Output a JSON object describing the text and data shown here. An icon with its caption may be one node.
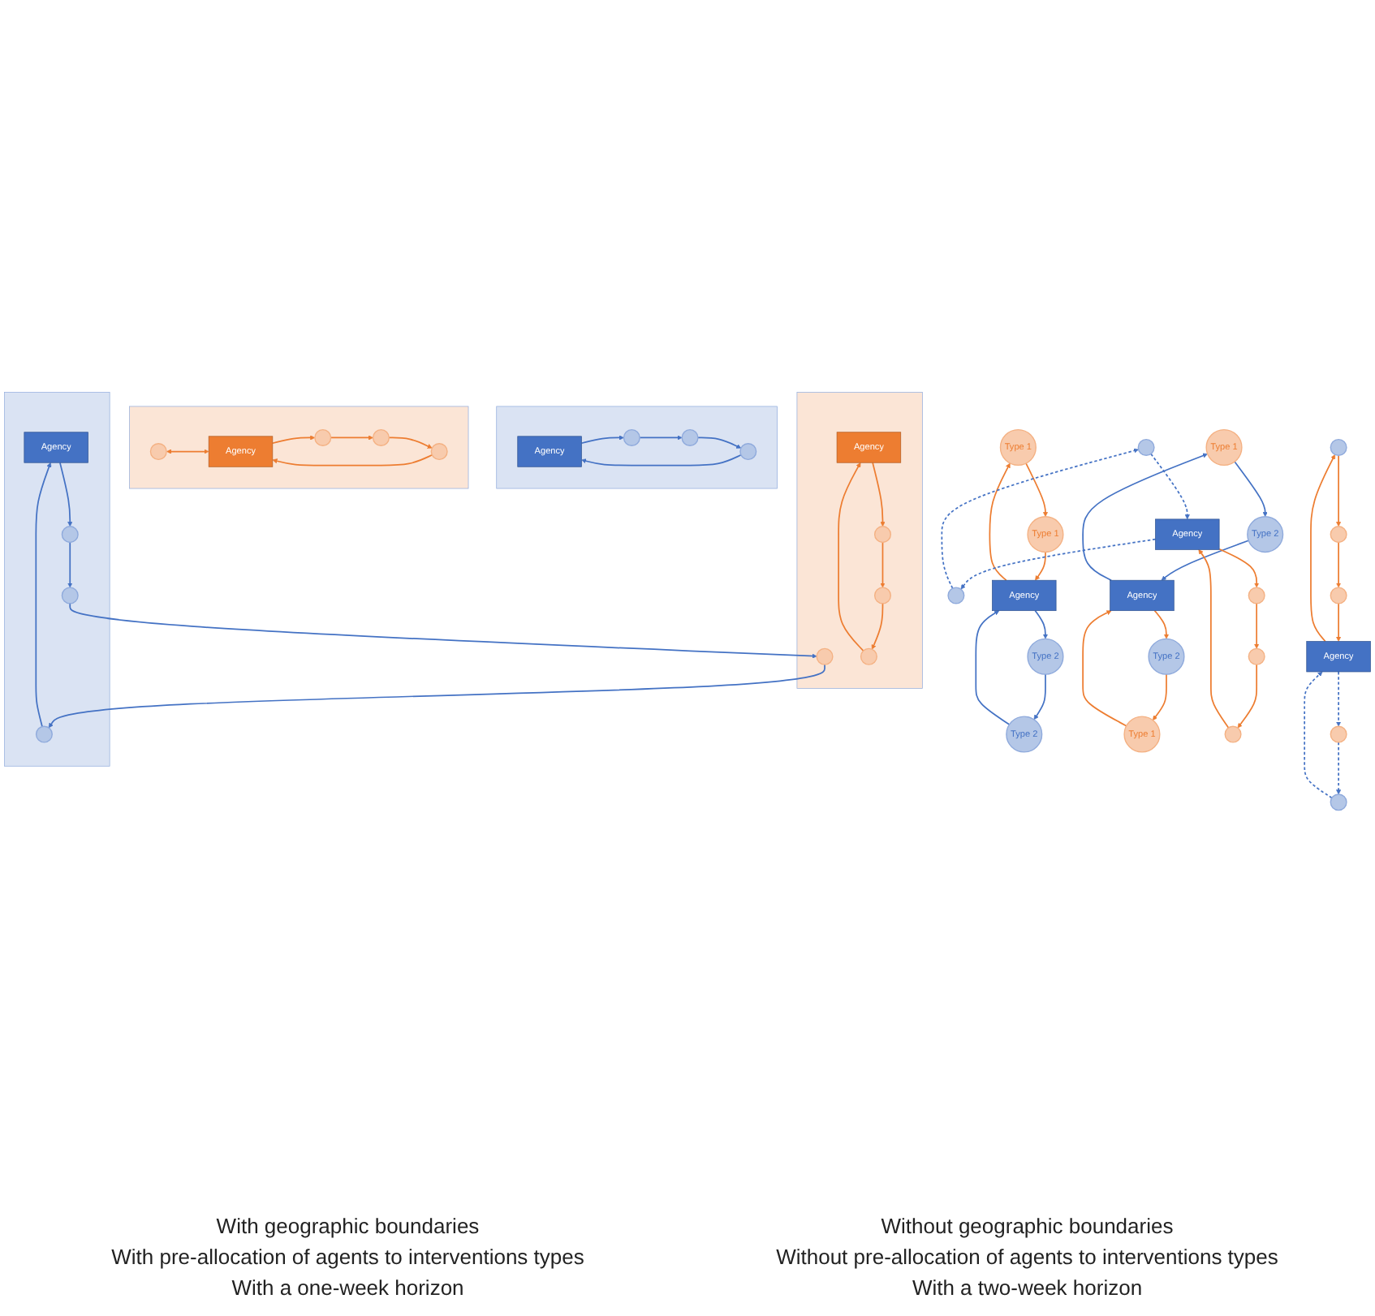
{
  "diagram": {
    "nodes": [
      {
        "text": [],
        "shape": "polygon"
      },
      {
        "text": [
          "Agency"
        ],
        "in": 0
      },
      {
        "text": [],
        "shape": "circle",
        "in": 0
      },
      {
        "text": [],
        "shape": "circle",
        "in": 0
      },
      {
        "text": [],
        "shape": "circle",
        "in": 0
      },
      {
        "text": [],
        "shape": "polygon"
      },
      {
        "text": [],
        "shape": "circle",
        "in": 5
      },
      {
        "text": [
          "Agency"
        ],
        "in": 5
      },
      {
        "text": [],
        "shape": "circle",
        "in": 5
      },
      {
        "text": [],
        "shape": "circle",
        "in": 5
      },
      {
        "text": [],
        "shape": "circle",
        "in": 5
      },
      {
        "text": [],
        "shape": "polygon"
      },
      {
        "text": [
          "Agency"
        ],
        "in": 11
      },
      {
        "text": [],
        "shape": "circle",
        "in": 11
      },
      {
        "text": [],
        "shape": "circle",
        "in": 11
      },
      {
        "text": [],
        "shape": "circle",
        "in": 11
      },
      {
        "text": [],
        "shape": "polygon"
      },
      {
        "text": [],
        "shape": "circle",
        "in": 16
      },
      {
        "text": [
          "Agency"
        ],
        "in": 16
      },
      {
        "text": [],
        "shape": "circle",
        "in": 16
      },
      {
        "text": [],
        "shape": "circle",
        "in": 16
      },
      {
        "text": [],
        "shape": "circle",
        "in": 16
      },
      {
        "text": [
          "Type 1"
        ]
      },
      {
        "text": [
          "Type 2"
        ]
      },
      {
        "text": [
          "Type 2"
        ]
      },
      {
        "text": [
          "Type 1"
        ]
      },
      {
        "text": [
          "Agency"
        ]
      },
      {
        "text": [
          "Type 1"
        ]
      },
      {
        "text": [
          "Type 2"
        ]
      },
      {
        "text": [
          "Type 2"
        ]
      },
      {
        "text": [
          "Type 1"
        ]
      },
      {
        "text": [
          "Agency"
        ]
      },
      {
        "text": [],
        "shape": "circle"
      },
      {
        "text": [],
        "shape": "circle"
      },
      {
        "text": [],
        "shape": "circle"
      },
      {
        "text": [],
        "shape": "circle"
      },
      {
        "text": [],
        "shape": "circle"
      },
      {
        "text": [
          "Agency"
        ]
      },
      {
        "text": [],
        "shape": "circle"
      },
      {
        "text": [],
        "shape": "circle"
      },
      {
        "text": [],
        "shape": "circle"
      },
      {
        "text": [],
        "shape": "circle"
      },
      {
        "text": [],
        "shape": "circle"
      },
      {
        "text": [
          "Agency"
        ]
      }
    ],
    "edges": [
      {
        "from": 1,
        "to": 2,
        "arrow": "to",
        "color": "#4472c4"
      },
      {
        "from": 2,
        "to": 3,
        "arrow": "to",
        "color": "#4472c4"
      },
      {
        "from": 3,
        "to": 4,
        "arrow": "to",
        "color": "#4472c4"
      },
      {
        "from": 4,
        "to": 1,
        "arrow": "to",
        "color": "#4472c4"
      },
      {
        "from": 6,
        "to": 7,
        "arrow": "both"
      },
      {
        "from": 7,
        "to": 8,
        "arrow": "to"
      },
      {
        "from": 8,
        "to": 9,
        "arrow": "to"
      },
      {
        "from": 9,
        "to": 10,
        "arrow": "to"
      },
      {
        "from": 10,
        "to": 7,
        "arrow": "to"
      },
      {
        "from": 12,
        "to": 13,
        "arrow": "to",
        "color": "#4472c4"
      },
      {
        "from": 13,
        "to": 14,
        "arrow": "to",
        "color": "#4472c4"
      },
      {
        "from": 14,
        "to": 17,
        "arrow": "to",
        "color": "#4472c4"
      },
      {
        "from": 17,
        "to": 15,
        "arrow": "to",
        "color": "#4472c4"
      },
      {
        "from": 15,
        "to": 12,
        "arrow": "to",
        "color": "#4472c4"
      },
      {
        "from": 18,
        "to": 19,
        "arrow": "to"
      },
      {
        "from": 19,
        "to": 20,
        "arrow": "to"
      },
      {
        "from": 20,
        "to": 21,
        "arrow": "to"
      },
      {
        "from": 21,
        "to": 18,
        "arrow": "to"
      },
      {
        "from": 26,
        "to": 24,
        "arrow": "to",
        "color": "#4472c4"
      },
      {
        "from": 24,
        "to": 23,
        "arrow": "to",
        "color": "#4472c4"
      },
      {
        "from": 23,
        "to": 26,
        "arrow": "to",
        "color": "#4472c4"
      },
      {
        "from": 26,
        "to": 22,
        "arrow": "to"
      },
      {
        "from": 22,
        "to": 25,
        "arrow": "to"
      },
      {
        "from": 25,
        "to": 26,
        "arrow": "to"
      },
      {
        "from": 31,
        "to": 27,
        "arrow": "to",
        "color": "#4472c4"
      },
      {
        "from": 27,
        "to": 28,
        "arrow": "to",
        "color": "#4472c4"
      },
      {
        "from": 28,
        "to": 31,
        "arrow": "to",
        "color": "#4472c4"
      },
      {
        "from": 31,
        "to": 29,
        "arrow": "to"
      },
      {
        "from": 29,
        "to": 30,
        "arrow": "to"
      },
      {
        "from": 30,
        "to": 31,
        "arrow": "to"
      },
      {
        "from": 37,
        "to": 33,
        "arrow": "to"
      },
      {
        "from": 33,
        "to": 34,
        "arrow": "to"
      },
      {
        "from": 34,
        "to": 35,
        "arrow": "to"
      },
      {
        "from": 35,
        "to": 37,
        "arrow": "to"
      },
      {
        "from": 37,
        "to": 36,
        "arrow": "to",
        "style": "dashed",
        "color": "#4472c4"
      },
      {
        "from": 36,
        "to": 32,
        "arrow": "to",
        "style": "dashed",
        "color": "#4472c4"
      },
      {
        "from": 32,
        "to": 37,
        "arrow": "to",
        "style": "dashed",
        "color": "#4472c4"
      },
      {
        "from": 43,
        "to": 38,
        "arrow": "to"
      },
      {
        "from": 38,
        "to": 39,
        "arrow": "to"
      },
      {
        "from": 39,
        "to": 40,
        "arrow": "to"
      },
      {
        "from": 40,
        "to": 43,
        "arrow": "to"
      },
      {
        "from": 43,
        "to": 41,
        "arrow": "to",
        "style": "dashed",
        "color": "#4472c4"
      },
      {
        "from": 41,
        "to": 42,
        "arrow": "to",
        "style": "dashed",
        "color": "#4472c4"
      },
      {
        "from": 42,
        "to": 43,
        "arrow": "to",
        "style": "dashed",
        "color": "#4472c4"
      }
    ],
    "labels": [
      "With geographic boundaries",
      "Without geographic boundaries",
      "With pre-allocation of agents to interventions types",
      "Without pre-allocation of agents to interventions types",
      "With a one-week horizon",
      "With a two-week horizon"
    ]
  }
}
